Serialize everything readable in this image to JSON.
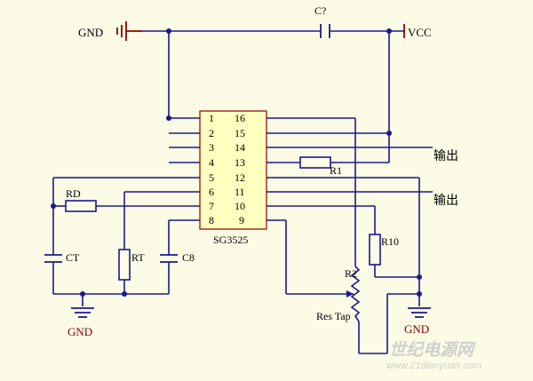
{
  "nets": {
    "gnd_top": "GND",
    "vcc": "VCC",
    "gnd_left": "GND",
    "gnd_right": "GND"
  },
  "chip": {
    "name": "SG3525",
    "pins_left": [
      "1",
      "2",
      "3",
      "4",
      "5",
      "6",
      "7",
      "8"
    ],
    "pins_right": [
      "16",
      "15",
      "14",
      "13",
      "12",
      "11",
      "10",
      "9"
    ]
  },
  "components": {
    "c_top": "C?",
    "r1": "R1",
    "rd": "RD",
    "ct": "CT",
    "rt": "RT",
    "c8": "C8",
    "r10": "R10",
    "r2": "R2",
    "res_tap": "Res Tap"
  },
  "outputs": [
    "输出",
    "输出"
  ],
  "watermark": {
    "line1": "世纪电源网",
    "line2": "www.21dianyuan.com"
  },
  "colors": {
    "wire": "#1a1a8c",
    "component": "#1a1a8c",
    "power": "#8a0000",
    "chip_fill": "#ffffc0",
    "chip_border": "#8a0000",
    "background": "#fcfbe6"
  }
}
